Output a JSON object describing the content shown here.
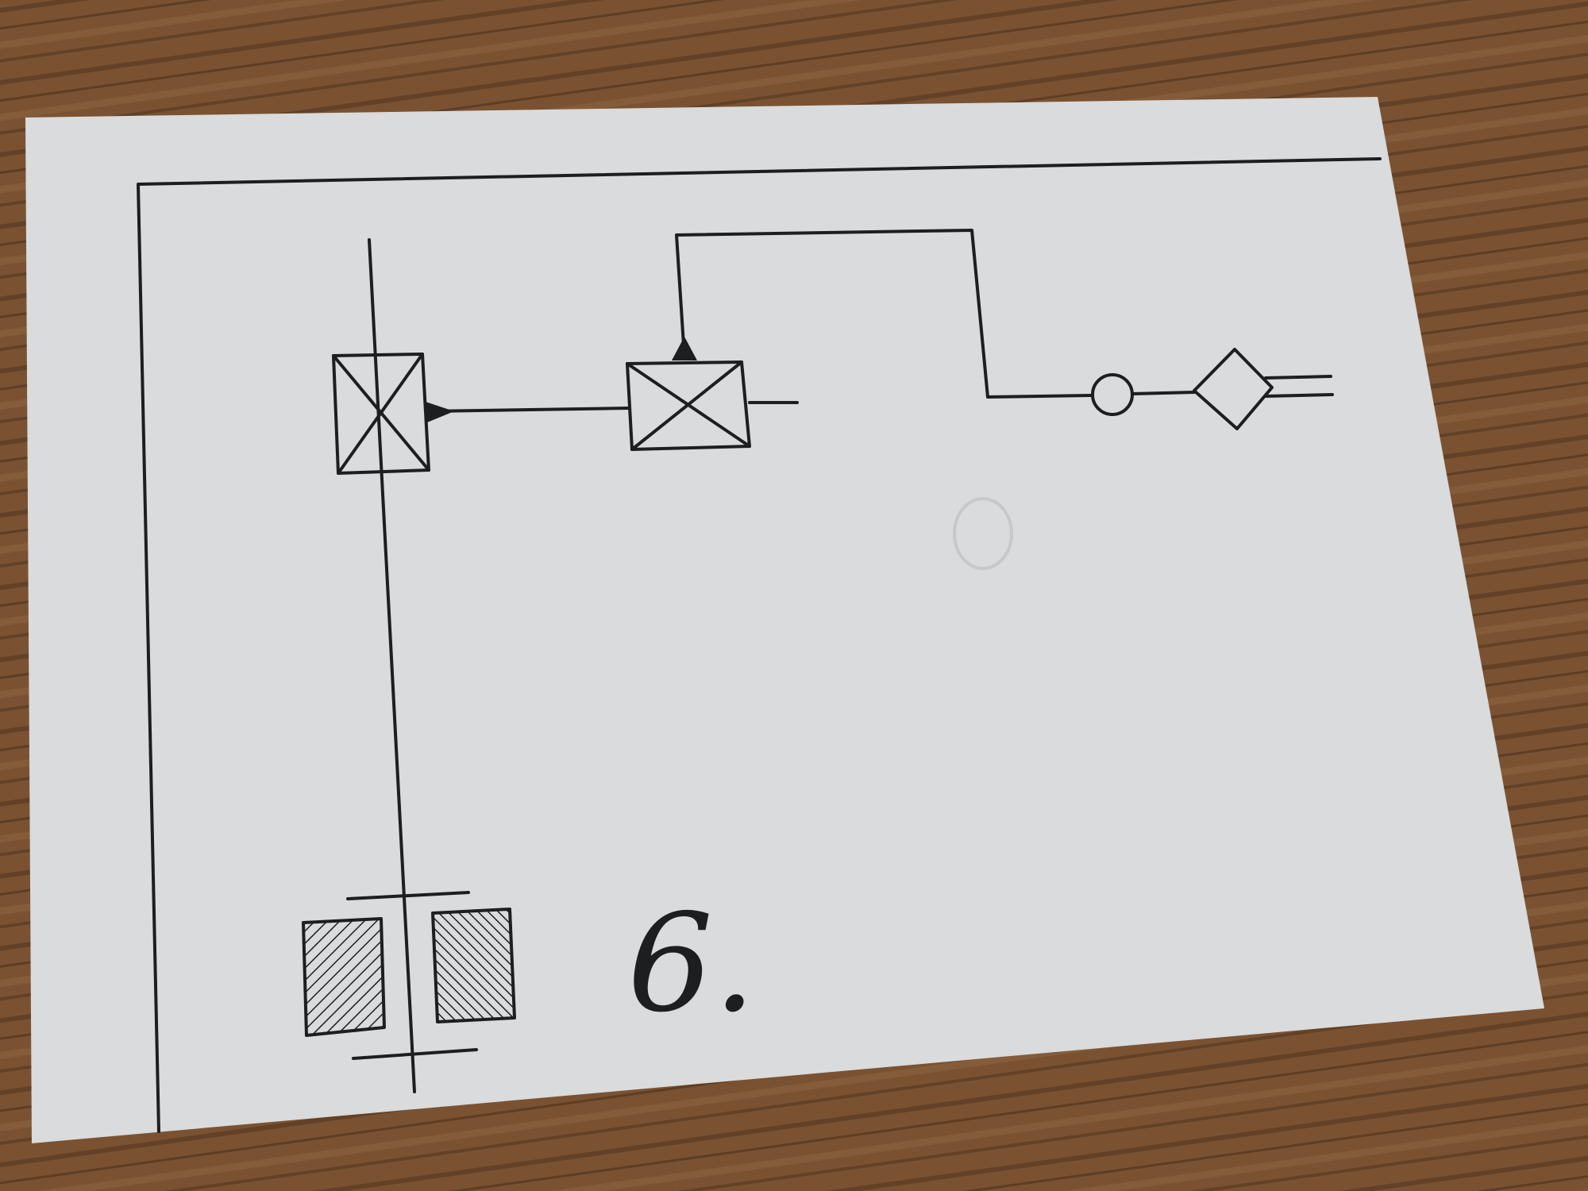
{
  "card": {
    "handwritten_label": "6."
  },
  "colors": {
    "table_wood": "#7a5232",
    "table_grain": "#4a2f1a",
    "card_paper": "#d9dbdc",
    "ink": "#1c1e20"
  },
  "diagram": {
    "components": [
      "frame-corner",
      "vertical-shaft",
      "crossed-box-left",
      "crossed-box-center",
      "small-circle",
      "diamond-connector",
      "hatched-blocks"
    ]
  }
}
